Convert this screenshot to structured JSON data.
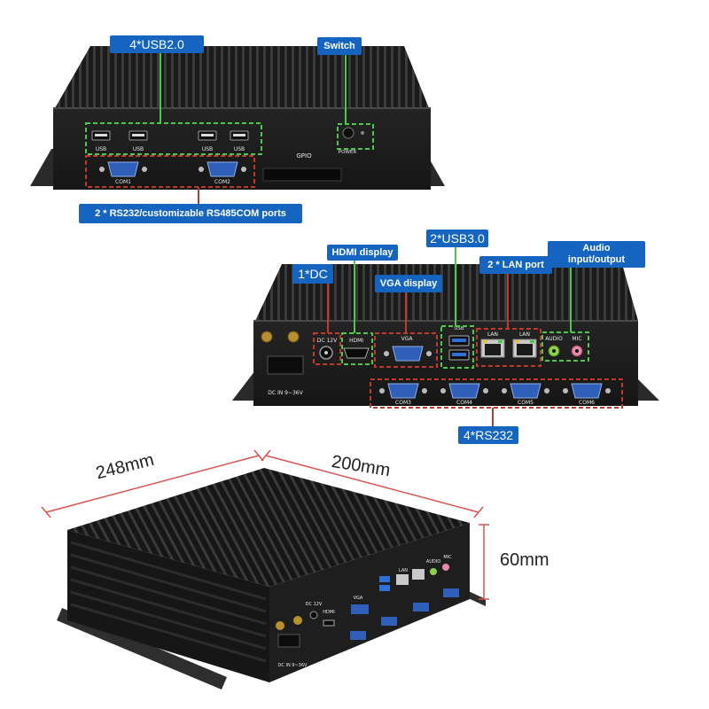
{
  "panel_top": {
    "callouts": {
      "usb": "4*USB2.0",
      "switch": "Switch",
      "com": "2 * RS232/customizable RS485COM ports"
    },
    "silkscreen": {
      "usb": "USB",
      "gpio": "GPIO",
      "power": "POWER",
      "com1": "COM1",
      "com2": "COM2"
    }
  },
  "panel_middle": {
    "callouts": {
      "dc": "1*DC",
      "hdmi": "HDMI display",
      "vga": "VGA display",
      "usb3": "2*USB3.0",
      "lan": "2 * LAN port",
      "audio_line1": "Audio",
      "audio_line2": "input/output",
      "rs232": "4*RS232"
    },
    "silkscreen": {
      "dc12v": "DC 12V",
      "hdmi": "HDMI",
      "vga": "VGA",
      "usb3": "USB",
      "lan1": "LAN",
      "lan2": "LAN",
      "audio": "AUDIO",
      "mic": "MIC",
      "dc_in": "DC IN 9~36V",
      "com3": "COM3",
      "com4": "COM4",
      "com5": "COM5",
      "com6": "COM6"
    }
  },
  "panel_bottom": {
    "dimensions": {
      "length": "248mm",
      "width": "200mm",
      "height": "60mm"
    },
    "silkscreen": {
      "dc12v": "DC 12V",
      "hdmi": "HDMI",
      "vga": "VGA",
      "lan": "LAN",
      "audio": "AUDIO",
      "mic": "MIC",
      "dc_in": "DC IN 9~36V"
    }
  },
  "colors": {
    "callout_bg": "#1565c0",
    "callout_text": "#ffffff",
    "green_dashed": "#4cc94c",
    "red_dashed": "#c0392b",
    "dimension_line": "#d9534f",
    "chassis": "#1c1c1c"
  }
}
